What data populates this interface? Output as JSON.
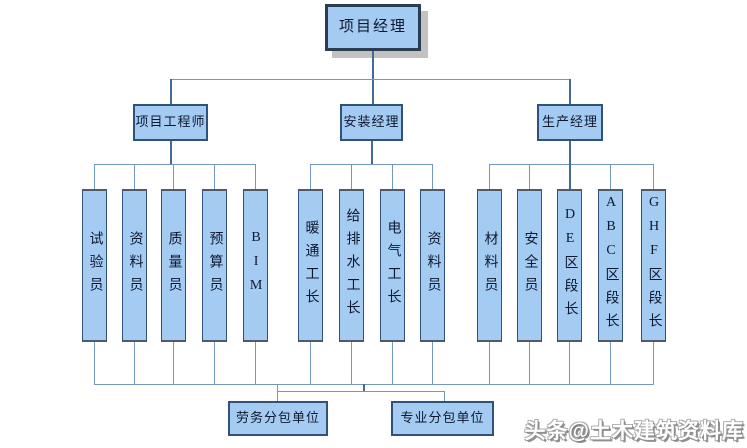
{
  "org": {
    "root": {
      "label": "项目经理"
    },
    "managers": [
      {
        "label": "项目工程师",
        "subs": [
          "试验员",
          "资料员",
          "质量员",
          "预算员",
          "BIM"
        ]
      },
      {
        "label": "安装经理",
        "subs": [
          "暖通工长",
          "给排水工长",
          "电气工长",
          "资料员"
        ]
      },
      {
        "label": "生产经理",
        "subs": [
          "材料员",
          "安全员",
          "DE区段长",
          "ABC区段长",
          "GHF区段长"
        ]
      }
    ],
    "bottom_units": [
      {
        "label": "劳务分包单位"
      },
      {
        "label": "专业分包单位"
      }
    ],
    "colors": {
      "node_fill": "#a4ccf2",
      "node_border": "#31507a",
      "connector": "#7297c5",
      "connector_dark": "#44699c",
      "root_shadow": "#c2c2c2"
    }
  },
  "watermark": {
    "text": "头条@土木建筑资料库"
  }
}
